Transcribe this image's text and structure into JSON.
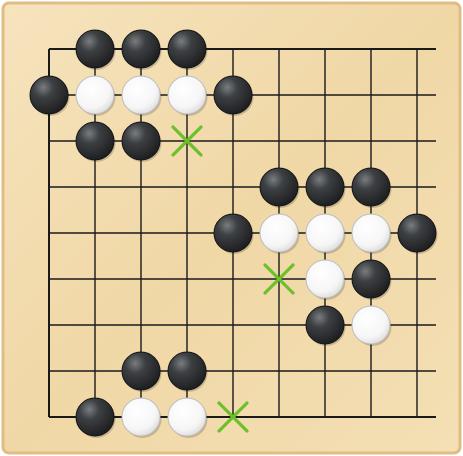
{
  "board": {
    "size": 9,
    "colors": {
      "wood": "#f2dcae",
      "wood_edge": "#e3c188",
      "grid": "#1a1a1a",
      "black_stone": "#2f3133",
      "white_stone": "#fbfbfb",
      "marker": "#6cc02a"
    },
    "stones": [
      {
        "color": "black",
        "col": 1,
        "row": 0
      },
      {
        "color": "black",
        "col": 2,
        "row": 0
      },
      {
        "color": "black",
        "col": 3,
        "row": 0
      },
      {
        "color": "black",
        "col": 0,
        "row": 1
      },
      {
        "color": "white",
        "col": 1,
        "row": 1
      },
      {
        "color": "white",
        "col": 2,
        "row": 1
      },
      {
        "color": "white",
        "col": 3,
        "row": 1
      },
      {
        "color": "black",
        "col": 4,
        "row": 1
      },
      {
        "color": "black",
        "col": 1,
        "row": 2
      },
      {
        "color": "black",
        "col": 2,
        "row": 2
      },
      {
        "color": "black",
        "col": 5,
        "row": 3
      },
      {
        "color": "black",
        "col": 6,
        "row": 3
      },
      {
        "color": "black",
        "col": 7,
        "row": 3
      },
      {
        "color": "black",
        "col": 4,
        "row": 4
      },
      {
        "color": "white",
        "col": 5,
        "row": 4
      },
      {
        "color": "white",
        "col": 6,
        "row": 4
      },
      {
        "color": "white",
        "col": 7,
        "row": 4
      },
      {
        "color": "black",
        "col": 8,
        "row": 4
      },
      {
        "color": "white",
        "col": 6,
        "row": 5
      },
      {
        "color": "black",
        "col": 7,
        "row": 5
      },
      {
        "color": "black",
        "col": 6,
        "row": 6
      },
      {
        "color": "white",
        "col": 7,
        "row": 6
      },
      {
        "color": "black",
        "col": 2,
        "row": 7
      },
      {
        "color": "black",
        "col": 3,
        "row": 7
      },
      {
        "color": "black",
        "col": 1,
        "row": 8
      },
      {
        "color": "white",
        "col": 2,
        "row": 8
      },
      {
        "color": "white",
        "col": 3,
        "row": 8
      }
    ],
    "markers": [
      {
        "type": "x",
        "col": 3,
        "row": 2
      },
      {
        "type": "x",
        "col": 5,
        "row": 5
      },
      {
        "type": "x",
        "col": 4,
        "row": 8
      }
    ]
  }
}
